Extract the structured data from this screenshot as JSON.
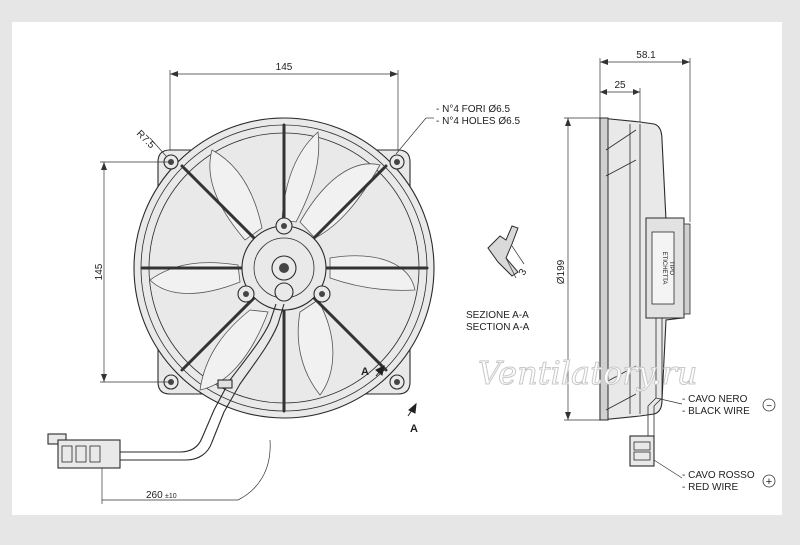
{
  "colors": {
    "background": "#e6e6e6",
    "line": "#2b2b2b",
    "part_fill": "#e9e9e9"
  },
  "front_view": {
    "width_dim": "145",
    "height_dim": "145",
    "radius_dim": "R7.5",
    "holes_it": "- N°4 FORI Ø6.5",
    "holes_en": "- N°4 HOLES Ø6.5",
    "cable_dim": "260",
    "cable_tol": "±10",
    "section_marker": "A"
  },
  "section": {
    "dim": "3",
    "title_it": "SEZIONE A-A",
    "title_en": "SECTION A-A"
  },
  "side_view": {
    "depth_dim": "58.1",
    "hub_dim": "25",
    "diameter_dim": "Ø199",
    "label_line1": "ETICHETTA",
    "label_line2": "TIPO"
  },
  "wires": {
    "black_it": "- CAVO NERO",
    "black_en": "- BLACK WIRE",
    "black_symbol": "−",
    "red_it": "- CAVO ROSSO",
    "red_en": "- RED WIRE",
    "red_symbol": "+"
  },
  "watermark": "Ventilatory.ru"
}
